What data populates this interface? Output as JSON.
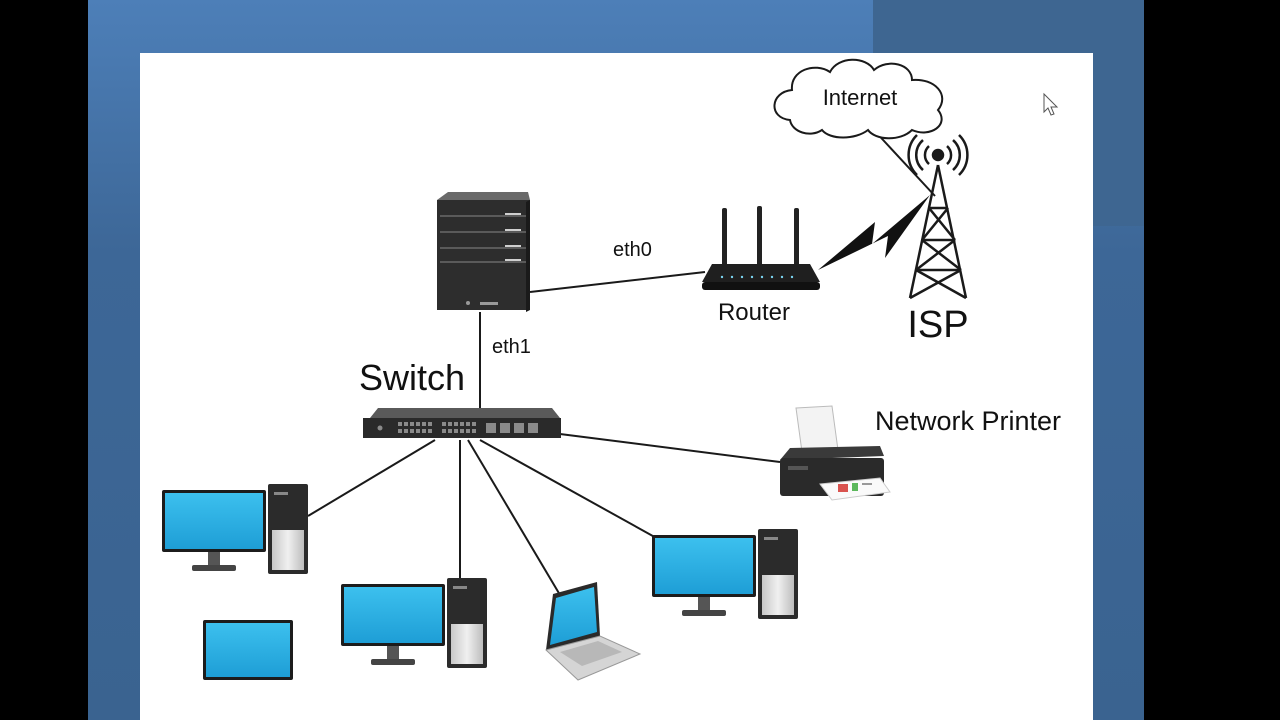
{
  "labels": {
    "internet": "Internet",
    "isp": "ISP",
    "router": "Router",
    "eth0": "eth0",
    "eth1": "eth1",
    "switch": "Switch",
    "network_printer": "Network Printer"
  },
  "colors": {
    "slide_background": "#3d6797",
    "panel": "#ffffff",
    "screen_blue": "#29aee0",
    "device_dark": "#2b2b2b",
    "tower_gray": "#d0d0d0",
    "cable": "#1a1a1a"
  },
  "icons": [
    "cloud-icon",
    "radio-tower-icon",
    "lightning-icon",
    "router-icon",
    "server-icon",
    "switch-icon",
    "printer-icon",
    "desktop-computer-icon",
    "monitor-icon",
    "laptop-icon",
    "mouse-cursor-icon"
  ]
}
